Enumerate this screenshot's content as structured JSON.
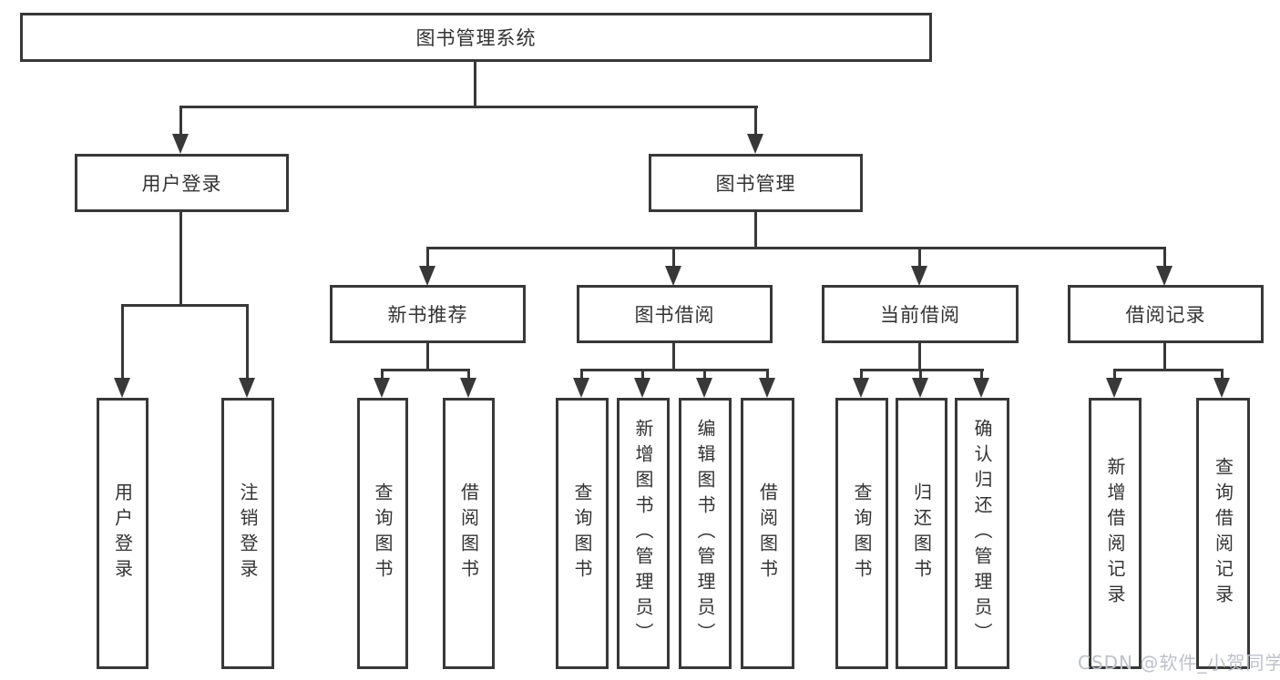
{
  "diagram": {
    "root": {
      "label": "图书管理系统"
    },
    "level2": {
      "user_login": {
        "label": "用户登录"
      },
      "book_mgmt": {
        "label": "图书管理"
      }
    },
    "level3": {
      "new_books": {
        "label": "新书推荐"
      },
      "book_borrow": {
        "label": "图书借阅"
      },
      "current_borrow": {
        "label": "当前借阅"
      },
      "borrow_records": {
        "label": "借阅记录"
      }
    },
    "leaves": {
      "user_login": {
        "label": "用户登录"
      },
      "logout": {
        "label": "注销登录"
      },
      "nb_query": {
        "label": "查询图书"
      },
      "nb_borrow": {
        "label": "借阅图书"
      },
      "bw_query": {
        "label": "查询图书"
      },
      "bw_add": {
        "label": "新增图书（管理员）"
      },
      "bw_edit": {
        "label": "编辑图书（管理员）"
      },
      "bw_borrow": {
        "label": "借阅图书"
      },
      "cur_query": {
        "label": "查询图书"
      },
      "cur_return": {
        "label": "归还图书"
      },
      "cur_confirm": {
        "label": "确认归还（管理员）"
      },
      "rec_add": {
        "label": "新增借阅记录"
      },
      "rec_query": {
        "label": "查询借阅记录"
      }
    },
    "watermark": "CSDN @软件_小贺同学",
    "colors": {
      "line": "#383838",
      "text": "#333333",
      "watermark": "#bdc1c8",
      "background": "#ffffff"
    }
  }
}
